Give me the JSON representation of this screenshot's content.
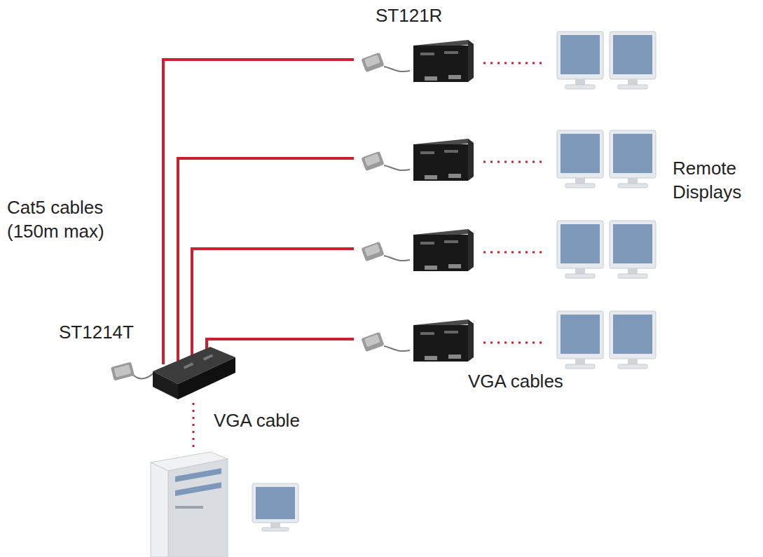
{
  "diagram": {
    "labels": [
      "ST121R",
      "Cat5 cables (150m max)",
      "Remote Displays",
      "ST1214T",
      "VGA cables",
      "VGA cable"
    ]
  }
}
